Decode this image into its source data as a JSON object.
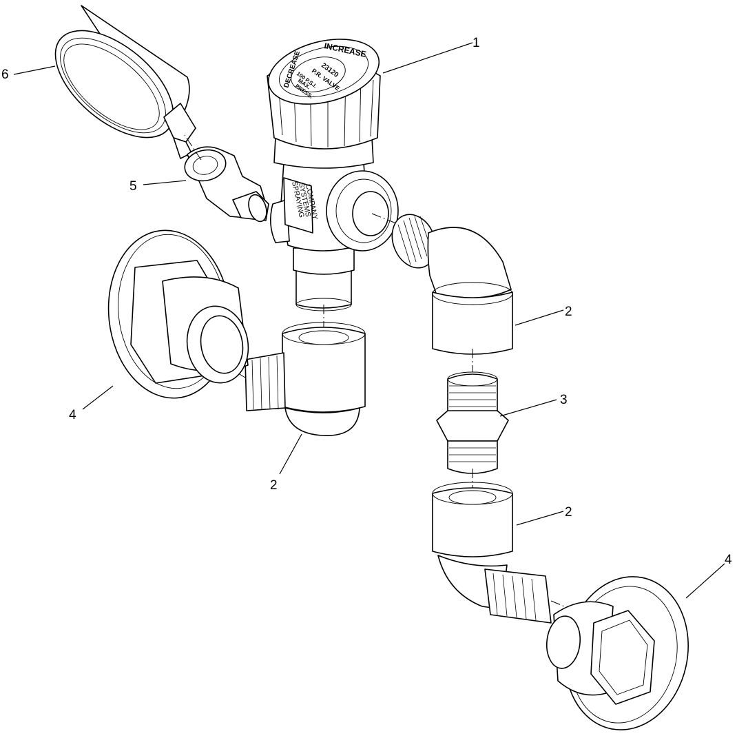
{
  "callouts": {
    "valve": "1",
    "elbow_right_top": "2",
    "elbow_left": "2",
    "elbow_right_bottom": "2",
    "nipple": "3",
    "flange_left": "4",
    "flange_right": "4",
    "tee": "5",
    "gauge": "6"
  },
  "valve_cap": {
    "increase": "INCREASE",
    "decrease": "DECREASE",
    "model": "23120",
    "valve_type": "P.R. VALVE",
    "spec": [
      "100 P.S.I.",
      "MAX.",
      "PRESS."
    ]
  },
  "valve_body_label": [
    "SPRAYING",
    "SYSTEMS",
    "COMPANY"
  ]
}
